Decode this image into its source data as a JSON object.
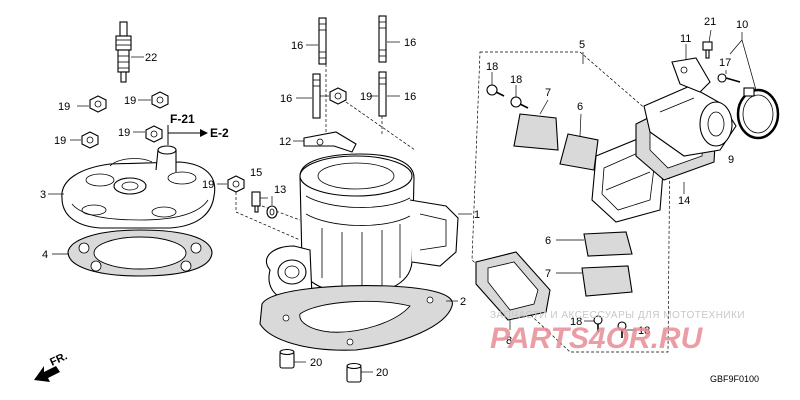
{
  "callouts": {
    "n1": "1",
    "n2": "2",
    "n3": "3",
    "n4": "4",
    "n5": "5",
    "n6a": "6",
    "n6b": "6",
    "n7a": "7",
    "n7b": "7",
    "n8": "8",
    "n9": "9",
    "n10": "10",
    "n11": "11",
    "n12": "12",
    "n13": "13",
    "n14": "14",
    "n15": "15",
    "n16a": "16",
    "n16b": "16",
    "n16c": "16",
    "n16d": "16",
    "n17": "17",
    "n18a": "18",
    "n18b": "18",
    "n18c": "18",
    "n18d": "18",
    "n19a": "19",
    "n19b": "19",
    "n19c": "19",
    "n19d": "19",
    "n19e": "19",
    "n19f": "19",
    "n20a": "20",
    "n20b": "20",
    "n21": "21",
    "n22": "22"
  },
  "references": {
    "f21": "F-21",
    "e2": "E-2"
  },
  "front_marker": "FR.",
  "diagram_code": "GBF9F0100",
  "watermark": {
    "top_line": "ЗАПЧАСТИ И АКСЕССУАРЫ ДЛЯ МОТОТЕХНИКИ",
    "brand": "PARTS4OR.RU"
  },
  "colors": {
    "watermark_brand": "#e88d96",
    "watermark_text": "#c7c7c7",
    "gasket_fill": "#d9d9d9"
  }
}
